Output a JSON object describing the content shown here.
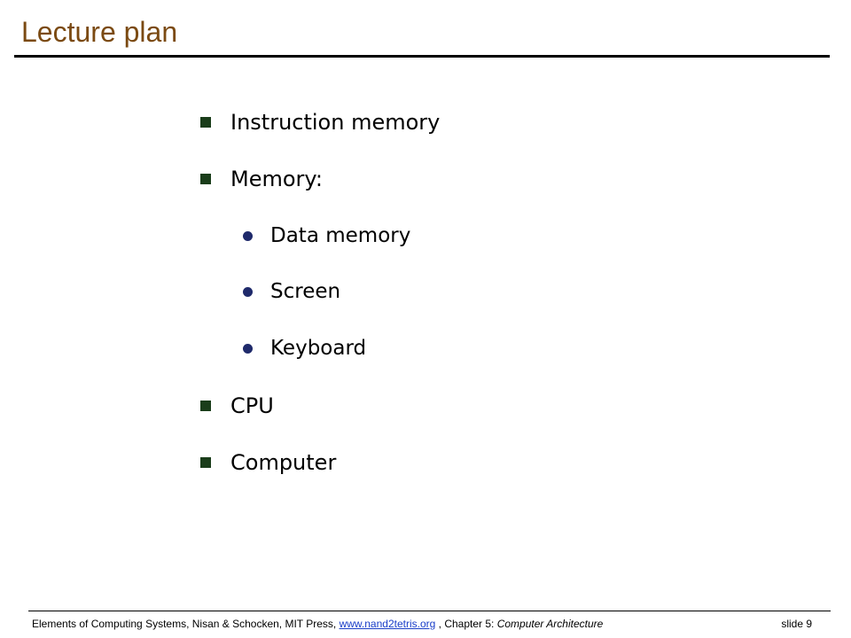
{
  "slide": {
    "title": "Lecture plan",
    "colors": {
      "title": "#7b4a12",
      "square_bullet": "#1a3d1a",
      "dot_bullet": "#1f2a6b",
      "link": "#1a3ec8"
    }
  },
  "bullets": [
    {
      "text": "Instruction memory",
      "level": 1
    },
    {
      "text": "Memory:",
      "level": 1
    },
    {
      "text": "Data memory",
      "level": 2
    },
    {
      "text": "Screen",
      "level": 2
    },
    {
      "text": "Keyboard",
      "level": 2
    },
    {
      "text": "CPU",
      "level": 1
    },
    {
      "text": "Computer",
      "level": 1
    }
  ],
  "footer": {
    "prefix": "Elements of Computing Systems, Nisan & Schocken, MIT Press, ",
    "link": "www.nand2tetris.org",
    "middle": " , Chapter 5: ",
    "chapter": "Computer Architecture",
    "slide_number": "slide 9"
  }
}
